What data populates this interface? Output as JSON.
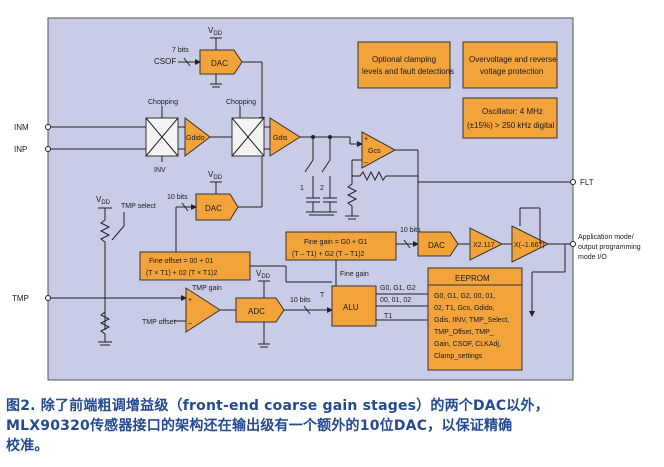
{
  "diagram": {
    "supply_label": "VDD",
    "pins": {
      "inm": "INM",
      "inp": "INP",
      "tmp": "TMP",
      "flt": "FLT"
    },
    "dac_top": {
      "label": "DAC",
      "bits": "7 bits",
      "input": "CSOF"
    },
    "dac_fine": {
      "label": "DAC",
      "bits": "10 bits"
    },
    "dac_out": {
      "label": "DAC",
      "bits": "10 bits"
    },
    "chopping_1": "Chopping",
    "chopping_2": "Chopping",
    "inv_label": "INV",
    "gdido": "Gdido",
    "gdis": "Gdis",
    "gcs": "Gcs",
    "switch_1": "1",
    "switch_2": "2",
    "tmp_select": "TMP select",
    "tmp_gain": "TMP gain",
    "tmp_offset": "TMP offset",
    "adc": {
      "label": "ADC",
      "bits": "10 bits",
      "t_label": "T"
    },
    "alu": {
      "label": "ALU",
      "fine_gain_label": "Fine gain",
      "g_line": "G0, G1, G2",
      "o_line": "00, 01, 02",
      "t1_label": "T1"
    },
    "fine_offset_box": {
      "line1": "Fine offset = 00 + 01",
      "line2": "(T × T1) + 02 (T × T1)2"
    },
    "fine_gain_box": {
      "line1": "Fine gain = G0 + G1",
      "line2": "(T – T1) + G2 (T – T1)2"
    },
    "x2117": "X2.117",
    "x1667": "X(–1.667)",
    "app_mode": {
      "line1": "Application mode/",
      "line2": "output programming",
      "line3": "mode I/O"
    },
    "clamp_box": {
      "line1": "Optional clamping",
      "line2": "levels and fault detections"
    },
    "ovp_box": {
      "line1": "Overvoltage and reverse",
      "line2": "voltage protection"
    },
    "osc_box": {
      "line1": "Oscillator: 4 MHz",
      "line2": "(±15%) > 250 kHz digital"
    },
    "eeprom": {
      "title": "EEPROM",
      "lines": [
        "G0, G1, G2, 00, 01,",
        "02, T1, Gcs, Gdido,",
        "Gdis, IINV, TMP_Select,",
        "TMP_Offset, TMP_",
        "Gain, CSOF, CLKAdj,",
        "Clamp_settings"
      ]
    }
  },
  "caption": {
    "line1": "图2. 除了前端粗调增益级（front-end coarse gain stages）的两个DAC以外，",
    "line2": "MLX90320传感器接口的架构还在输出级有一个额外的10位DAC，以保证精确",
    "line3": "校准。"
  },
  "colors": {
    "panel": "#c9cce6",
    "block": "#f2a33a",
    "caption": "#234a92"
  }
}
